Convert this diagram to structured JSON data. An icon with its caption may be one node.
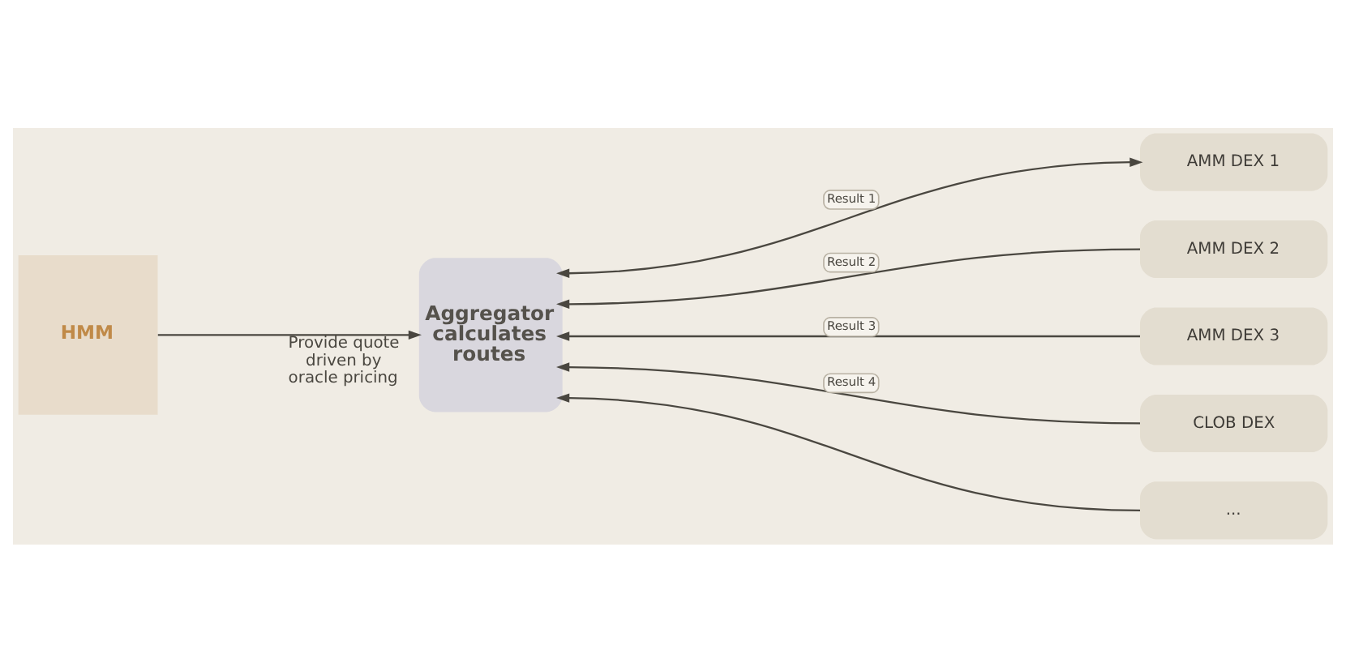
{
  "diagram": {
    "nodes": [
      {
        "text": [
          "HMM"
        ]
      },
      {
        "text": [
          "Aggregator calculates routes"
        ]
      },
      {
        "text": [
          "AMM DEX 1"
        ]
      },
      {
        "text": [
          "AMM DEX 2"
        ]
      },
      {
        "text": [
          "AMM DEX 3"
        ]
      },
      {
        "text": [
          "CLOB DEX"
        ]
      },
      {
        "text": [
          "..."
        ]
      }
    ],
    "edges": [
      {
        "from": 0,
        "to": 1,
        "arrow": "to",
        "label": "Provide quote driven by oracle pricing"
      },
      {
        "from": 2,
        "to": 1,
        "arrow": "both",
        "label": "Result 1"
      },
      {
        "from": 3,
        "to": 1,
        "arrow": "to",
        "label": "Result 2"
      },
      {
        "from": 4,
        "to": 1,
        "arrow": "to",
        "label": "Result 3"
      },
      {
        "from": 5,
        "to": 1,
        "arrow": "to",
        "label": "Result 4"
      },
      {
        "from": 6,
        "to": 1,
        "arrow": "to"
      }
    ]
  }
}
